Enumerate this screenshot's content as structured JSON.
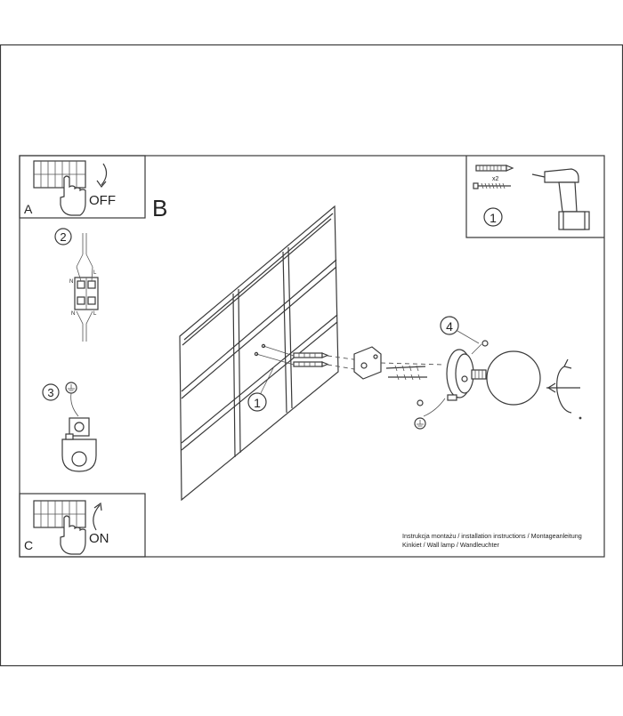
{
  "panels": {
    "a": {
      "letter": "A",
      "action": "OFF"
    },
    "b": {
      "letter": "B"
    },
    "c": {
      "letter": "C",
      "action": "ON"
    }
  },
  "steps": {
    "one": "1",
    "two": "2",
    "three": "3",
    "four": "4"
  },
  "tools": {
    "quantity": "x2"
  },
  "connector": {
    "left_top": "N",
    "right_top": "L",
    "left_bottom": "N",
    "right_bottom": "L"
  },
  "footer": {
    "line1": "Instrukcja montażu / installation instructions / Montageanleitung",
    "line2": "Kinkiet / Wall lamp / Wandleuchter"
  },
  "icons": [
    "hand-pointer-icon",
    "arrow-down-icon",
    "arrow-up-icon",
    "drill-icon",
    "ground-icon",
    "rotation-arrow-icon"
  ]
}
